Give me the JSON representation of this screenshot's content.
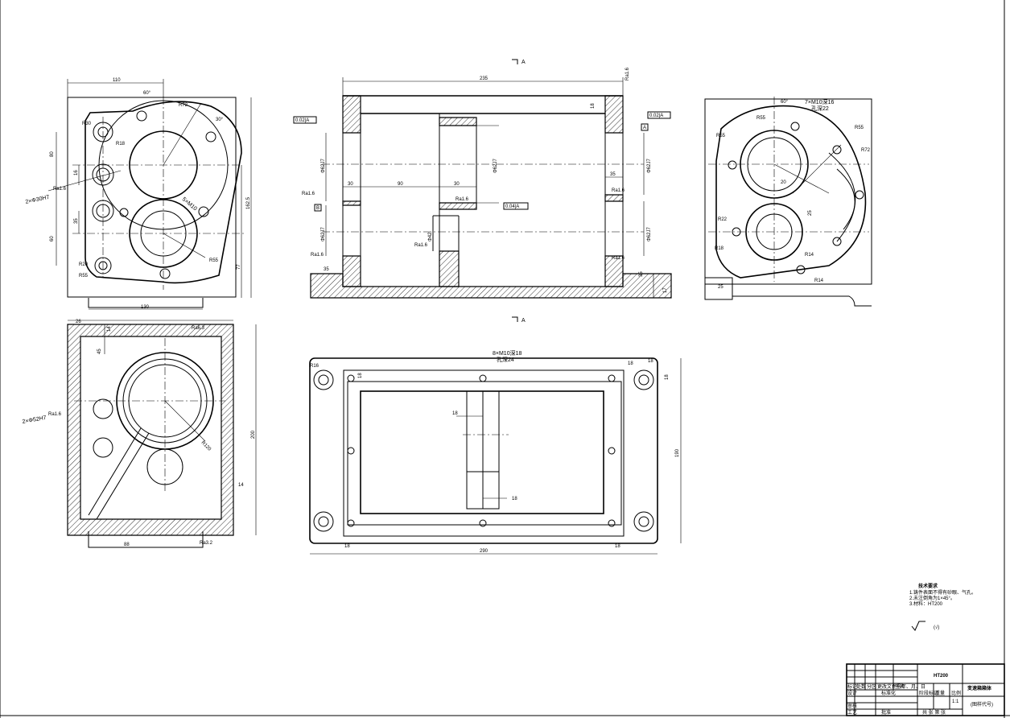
{
  "views": {
    "top_left": {
      "dims": [
        "110",
        "130",
        "80",
        "60",
        "16",
        "35",
        "60",
        "77",
        "162.5"
      ],
      "angles": [
        "60°",
        "30°"
      ],
      "radii": [
        "R72",
        "R30",
        "R18",
        "R20",
        "R55",
        "R55"
      ],
      "callouts": [
        "2×Φ30H7",
        "5×M10",
        "Ra1.6"
      ]
    },
    "section_front": {
      "dims": [
        "235",
        "18",
        "30",
        "90",
        "30",
        "35",
        "Φ62J7",
        "Φ62J7",
        "Φ62J7",
        "Φ62J7",
        "Φ62J7",
        "Φ42",
        "35",
        "35",
        "17"
      ],
      "gtol": [
        "0.02|A",
        "0.02|A",
        "0.04|A"
      ],
      "datum": [
        "A",
        "B"
      ],
      "ra": [
        "Ra1.6",
        "Ra1.6",
        "Ra1.6",
        "Ra1.6",
        "Ra1.6",
        "Ra1.6",
        "Ra1.6"
      ],
      "section_marks": [
        "A",
        "A"
      ]
    },
    "side_right": {
      "callouts": [
        "7×M10深16",
        "孔深22"
      ],
      "dims": [
        "20",
        "60°",
        "25",
        "25"
      ],
      "radii": [
        "R55",
        "R55",
        "R72",
        "R55",
        "R18",
        "R14",
        "R14",
        "R22"
      ]
    },
    "bottom_left": {
      "dims": [
        "26",
        "14",
        "45",
        "88",
        "14",
        "200"
      ],
      "radii": [
        "R120"
      ],
      "callouts": [
        "2×Φ52H7",
        "Ra6.3",
        "Ra3.2",
        "Ra1.6"
      ]
    },
    "bottom_plan": {
      "callouts": [
        "8×M10深18",
        "孔深24"
      ],
      "dims": [
        "18",
        "18",
        "18",
        "18",
        "18",
        "18",
        "18",
        "18",
        "190",
        "290"
      ],
      "radii": [
        "R16"
      ]
    }
  },
  "notes": {
    "title": "技术要求",
    "lines": [
      "1.铸件表面不得有砂眼、气孔。",
      "2.未注倒角为1×45°。",
      "3.材料：HT200"
    ],
    "ra_default": "(√)"
  },
  "title_block": {
    "material": "HT200",
    "drawing_name": "变速箱箱体",
    "drawing_no": "(图样代号)",
    "scale": "1:1",
    "labels": [
      "标记",
      "处数",
      "分区",
      "更改文件号",
      "签名",
      "年、月、日",
      "设计",
      "标准化",
      "阶段标记",
      "重量",
      "比例",
      "审核",
      "工艺",
      "批准",
      "共 张 第 张"
    ]
  }
}
